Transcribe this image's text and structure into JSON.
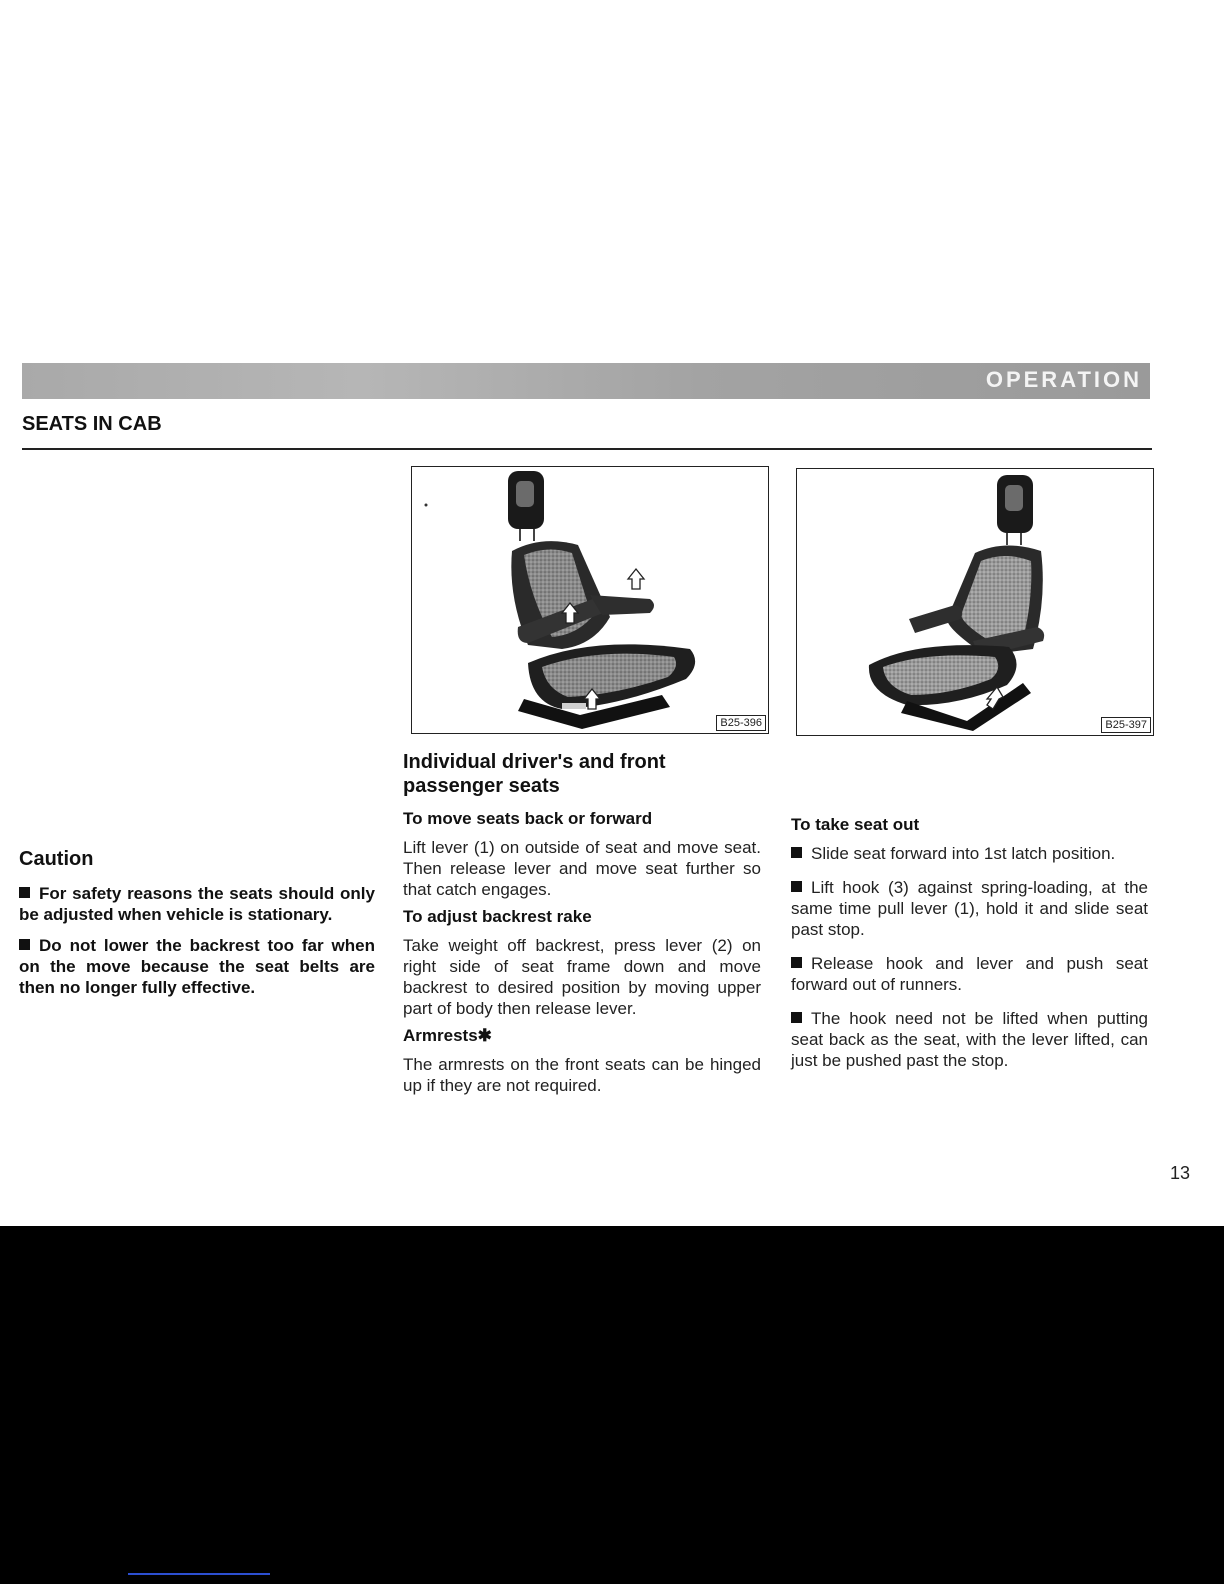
{
  "header": {
    "section_band": "OPERATION",
    "page_title": "SEATS IN CAB"
  },
  "figures": {
    "fig1_code": "B25-396",
    "fig2_code": "B25-397"
  },
  "caution": {
    "title": "Caution",
    "items": [
      "For safety reasons the seats should only be adjusted when vehicle is stationary.",
      "Do not lower the backrest too far when on the move because the seat belts are then no longer fully effective."
    ]
  },
  "middle": {
    "title": "Individual driver's and front passenger seats",
    "move_heading": "To move seats back or forward",
    "move_text": "Lift lever (1) on outside of seat and move seat. Then release lever and move seat further so that catch engages.",
    "backrest_heading": "To adjust backrest rake",
    "backrest_text": "Take weight off backrest, press lever (2) on right side of seat frame down and move backrest to desired position by moving upper part of body then release lever.",
    "armrests_heading": "Armrests",
    "armrests_mark": "✱",
    "armrests_text": "The armrests on the front seats can be hinged up if they are not required."
  },
  "right": {
    "heading": "To take seat out",
    "items": [
      "Slide seat forward into 1st latch position.",
      "Lift hook (3) against spring-loading, at the same time pull lever (1), hold it and slide seat past stop.",
      "Release hook and lever and push seat forward out of runners.",
      "The hook need not be lifted when putting seat back as the seat, with the lever lifted, can just be pushed past the stop."
    ]
  },
  "page_number": "13"
}
